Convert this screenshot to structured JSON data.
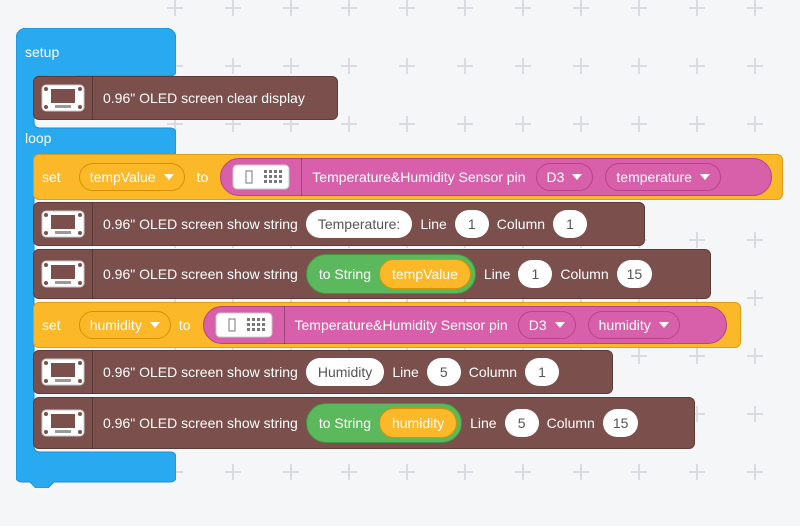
{
  "blocks": {
    "setup_label": "setup",
    "loop_label": "loop",
    "clear": {
      "text": "0.96\" OLED screen clear display"
    },
    "set_temp": {
      "set_word": "set",
      "var": "tempValue",
      "to_word": "to",
      "sensor_label": "Temperature&Humidity Sensor pin",
      "pin": "D3",
      "mode": "temperature"
    },
    "show1": {
      "text": "0.96\" OLED screen show string",
      "string": "Temperature:",
      "line_word": "Line",
      "line": "1",
      "col_word": "Column",
      "col": "1"
    },
    "show2": {
      "text": "0.96\" OLED screen show string",
      "to_string": "to String",
      "var": "tempValue",
      "line_word": "Line",
      "line": "1",
      "col_word": "Column",
      "col": "15"
    },
    "set_hum": {
      "set_word": "set",
      "var": "humidity",
      "to_word": "to",
      "sensor_label": "Temperature&Humidity Sensor pin",
      "pin": "D3",
      "mode": "humidity"
    },
    "show3": {
      "text": "0.96\" OLED screen show string",
      "string": "Humidity",
      "line_word": "Line",
      "line": "5",
      "col_word": "Column",
      "col": "1"
    },
    "show4": {
      "text": "0.96\" OLED screen show string",
      "to_string": "to String",
      "var": "humidity",
      "line_word": "Line",
      "line": "5",
      "col_word": "Column",
      "col": "15"
    }
  },
  "colors": {
    "background": "#f5f6f8",
    "event_block": "#29a9f0",
    "oled_block": "#7a4f4c",
    "variable_block": "#fbb829",
    "sensor_block": "#d85fa9",
    "operator_block": "#5cb85c"
  },
  "icons": {
    "oled": "oled-module-icon",
    "sensor": "sensor-module-icon",
    "dropdown": "caret-down-icon"
  }
}
